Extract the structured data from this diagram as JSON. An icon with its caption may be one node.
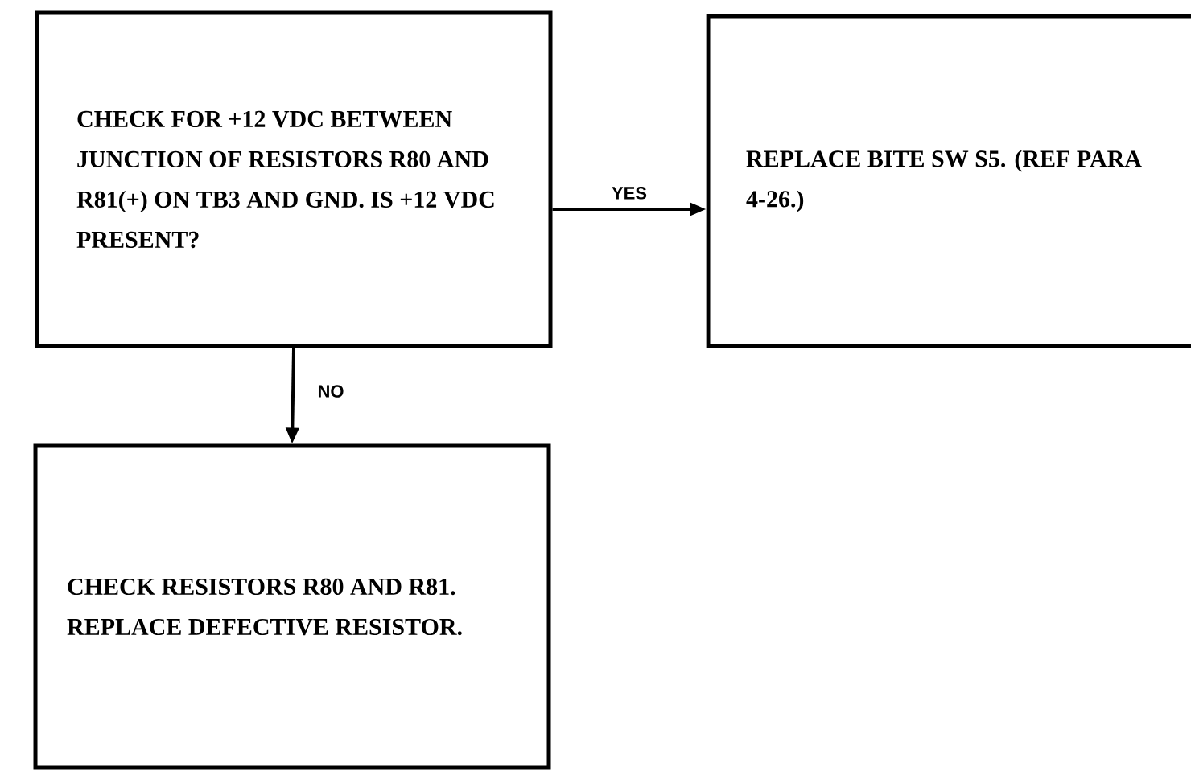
{
  "diagram": {
    "nodes": [
      {
        "text": [
          "CHECK FOR +12 VDC BETWEEN JUNCTION OF RESISTORS R80 AND R81(+) ON TB3 AND GND. IS +12 VDC PRESENT?"
        ]
      },
      {
        "text": [
          "REPLACE BITE SW S5. (REF PARA 4-26.)"
        ]
      },
      {
        "text": [
          "CHECK RESISTORS R80 AND R81. REPLACE DEFECTIVE RESISTOR."
        ]
      }
    ],
    "edges": [
      {
        "from": 0,
        "to": 1,
        "arrow": "to",
        "label": "YES"
      },
      {
        "from": 0,
        "to": 2,
        "arrow": "to",
        "label": "NO"
      }
    ]
  }
}
